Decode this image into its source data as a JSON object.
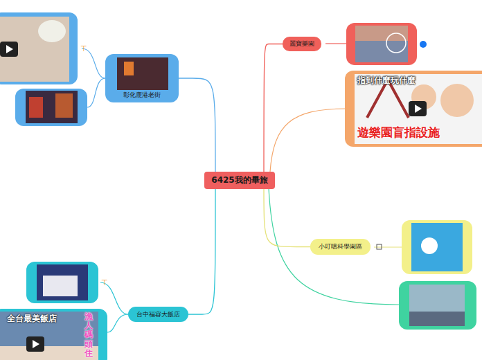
{
  "diagram": {
    "nodes": [
      {
        "text": [
          "6425我的畢旅"
        ]
      },
      {
        "text": [
          "彰化鹿港老街"
        ]
      },
      {
        "text": [
          "麗寶樂園"
        ]
      },
      {
        "text": [
          "小叮噹科學園區"
        ]
      },
      {
        "text": [
          "台中福容大飯店"
        ]
      }
    ],
    "edges": [
      {
        "from": 0,
        "to": 1,
        "arrow": "none"
      },
      {
        "from": 0,
        "to": 2,
        "arrow": "none"
      },
      {
        "from": 0,
        "to": 3,
        "arrow": "none"
      },
      {
        "from": 0,
        "to": 4,
        "arrow": "none"
      }
    ],
    "labels": [
      "指到什麼玩什麼",
      "遊樂園盲指設施",
      "全台最美飯店",
      "漁人碼頭住"
    ]
  }
}
